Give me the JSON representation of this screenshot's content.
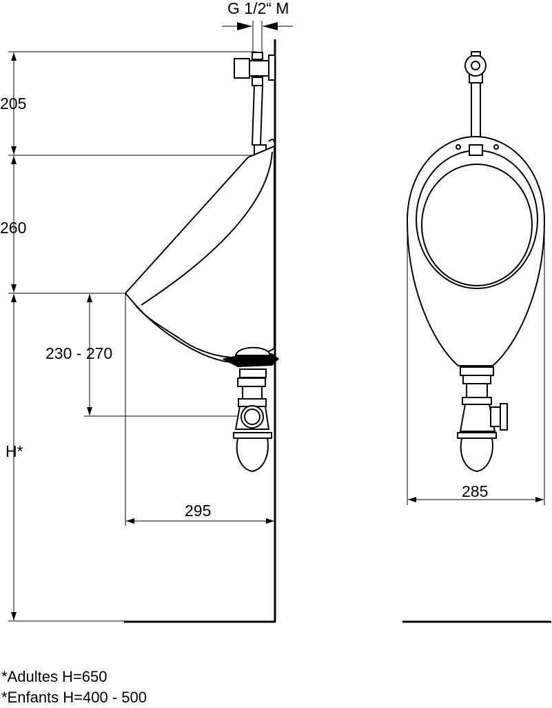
{
  "dimensions": {
    "connection": "G 1/2“ M",
    "supply_height": "205",
    "bowl_height": "260",
    "outlet_range": "230 - 270",
    "mounting_height": "H*",
    "projection": "295",
    "width": "285"
  },
  "notes": [
    "*Adultes H=650",
    "*Enfants H=400 - 500"
  ]
}
